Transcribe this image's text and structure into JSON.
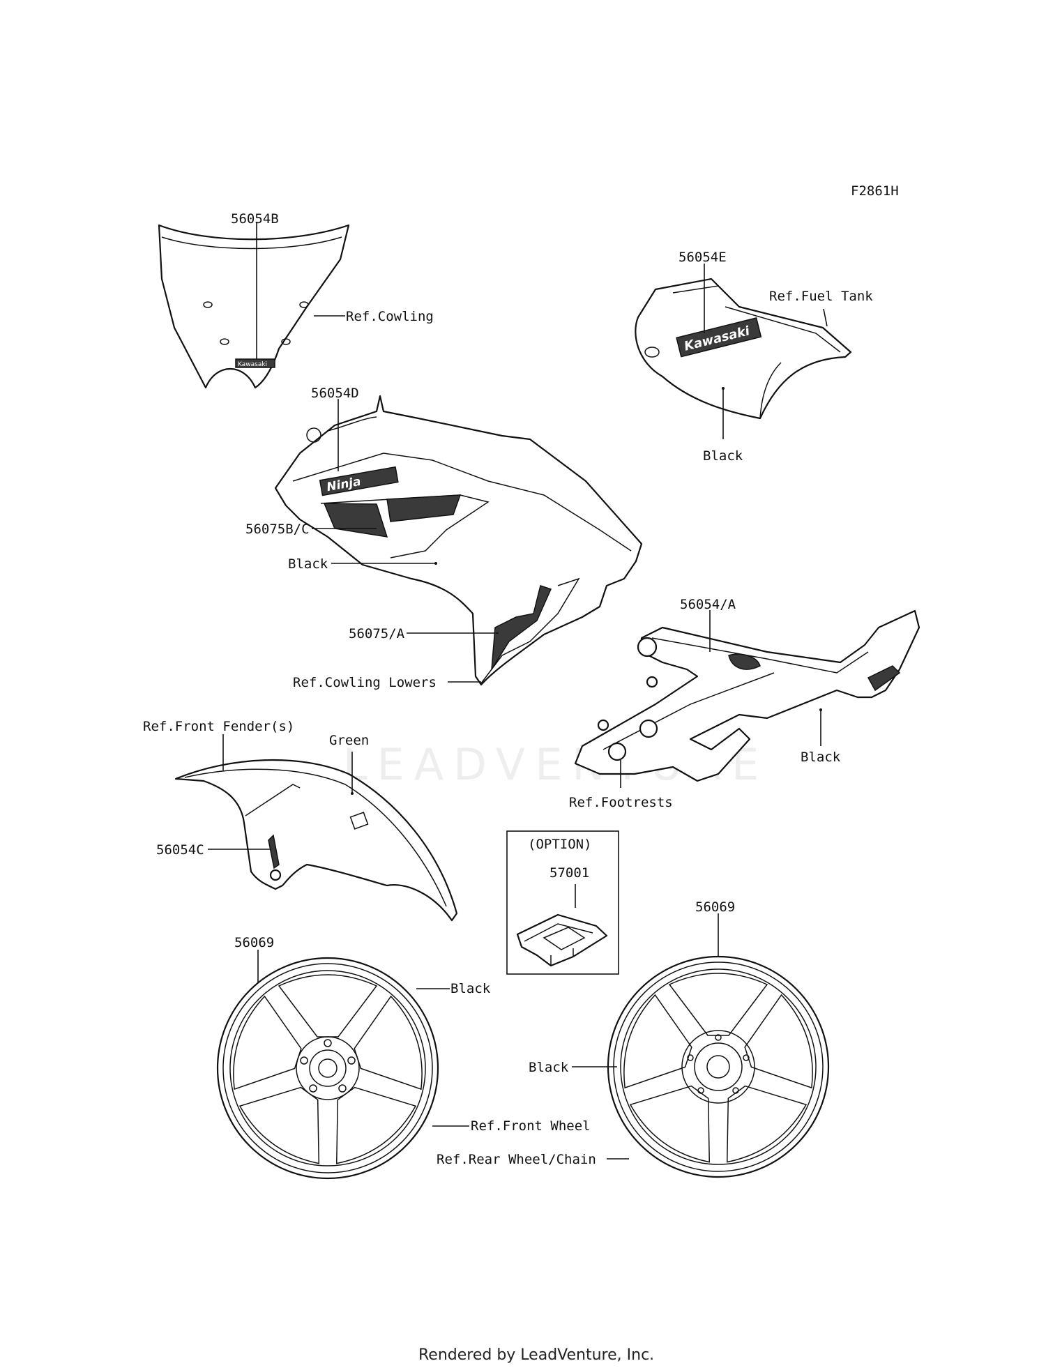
{
  "diagram_id": "F2861H",
  "footer": "Rendered by LeadVenture, Inc.",
  "watermark": "LEADVENTURE",
  "windshield": {
    "part_number": "56054B",
    "ref": "Ref.Cowling",
    "decal_text": "Kawasaki"
  },
  "fuel_tank": {
    "part_number": "56054E",
    "ref": "Ref.Fuel Tank",
    "color": "Black",
    "decal_text": "Kawasaki"
  },
  "cowling": {
    "part_ninja": "56054D",
    "part_bc": "56075B/C",
    "color": "Black",
    "part_a": "56075/A",
    "ref": "Ref.Cowling Lowers",
    "decal_text": "Ninja"
  },
  "footrest": {
    "part_number": "56054/A",
    "color": "Black",
    "ref": "Ref.Footrests"
  },
  "front_fender": {
    "ref": "Ref.Front Fender(s)",
    "color": "Green",
    "part_number": "56054C"
  },
  "option_box": {
    "title": "(OPTION)",
    "part_number": "57001"
  },
  "front_wheel": {
    "part_number": "56069",
    "color": "Black",
    "ref": "Ref.Front Wheel"
  },
  "rear_wheel": {
    "part_number": "56069",
    "color": "Black",
    "ref": "Ref.Rear Wheel/Chain"
  }
}
